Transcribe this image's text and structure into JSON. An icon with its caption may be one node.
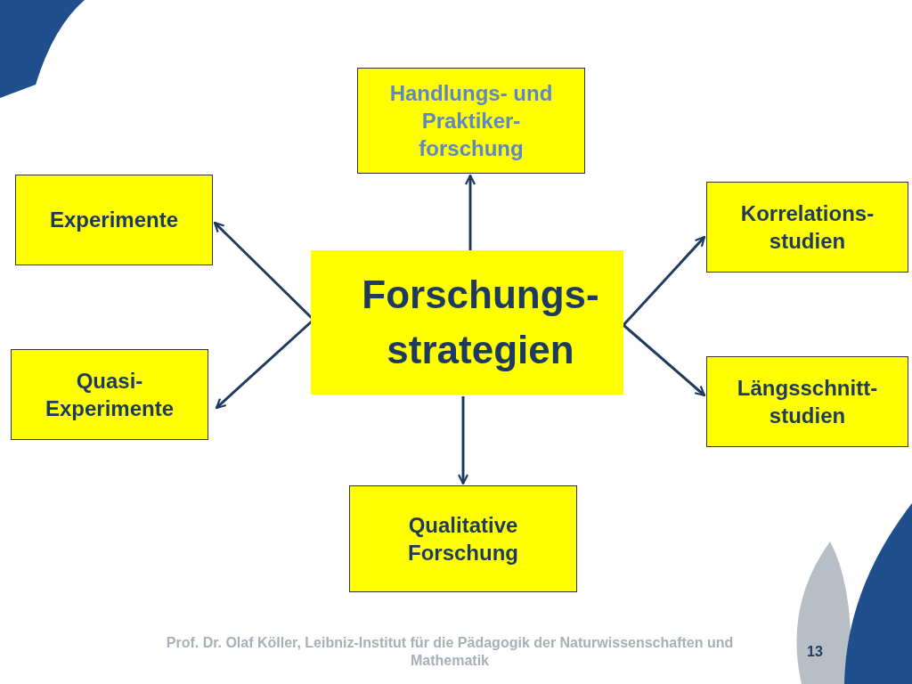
{
  "diagram": {
    "nodes": [
      {
        "text": [
          "Handlungs- und Praktiker-forschung"
        ]
      },
      {
        "text": [
          "Experimente"
        ]
      },
      {
        "text": [
          "Korrelations-studien"
        ]
      },
      {
        "text": [
          "Forschungs-strategien"
        ]
      },
      {
        "text": [
          "Quasi-Experimente"
        ]
      },
      {
        "text": [
          "Längsschnitt-studien"
        ]
      },
      {
        "text": [
          "Qualitative Forschung"
        ]
      }
    ],
    "edges": [
      {
        "from": 3,
        "to": 0,
        "arrow": "to"
      },
      {
        "from": 3,
        "to": 1,
        "arrow": "to"
      },
      {
        "from": 3,
        "to": 2,
        "arrow": "to"
      },
      {
        "from": 3,
        "to": 4,
        "arrow": "to"
      },
      {
        "from": 3,
        "to": 5,
        "arrow": "to"
      },
      {
        "from": 3,
        "to": 6,
        "arrow": "to"
      }
    ],
    "labels": [
      "Prof. Dr. Olaf Köller, Leibniz-Institut für die Pädagogik der Naturwissenschaften und Mathematik",
      "13"
    ]
  }
}
